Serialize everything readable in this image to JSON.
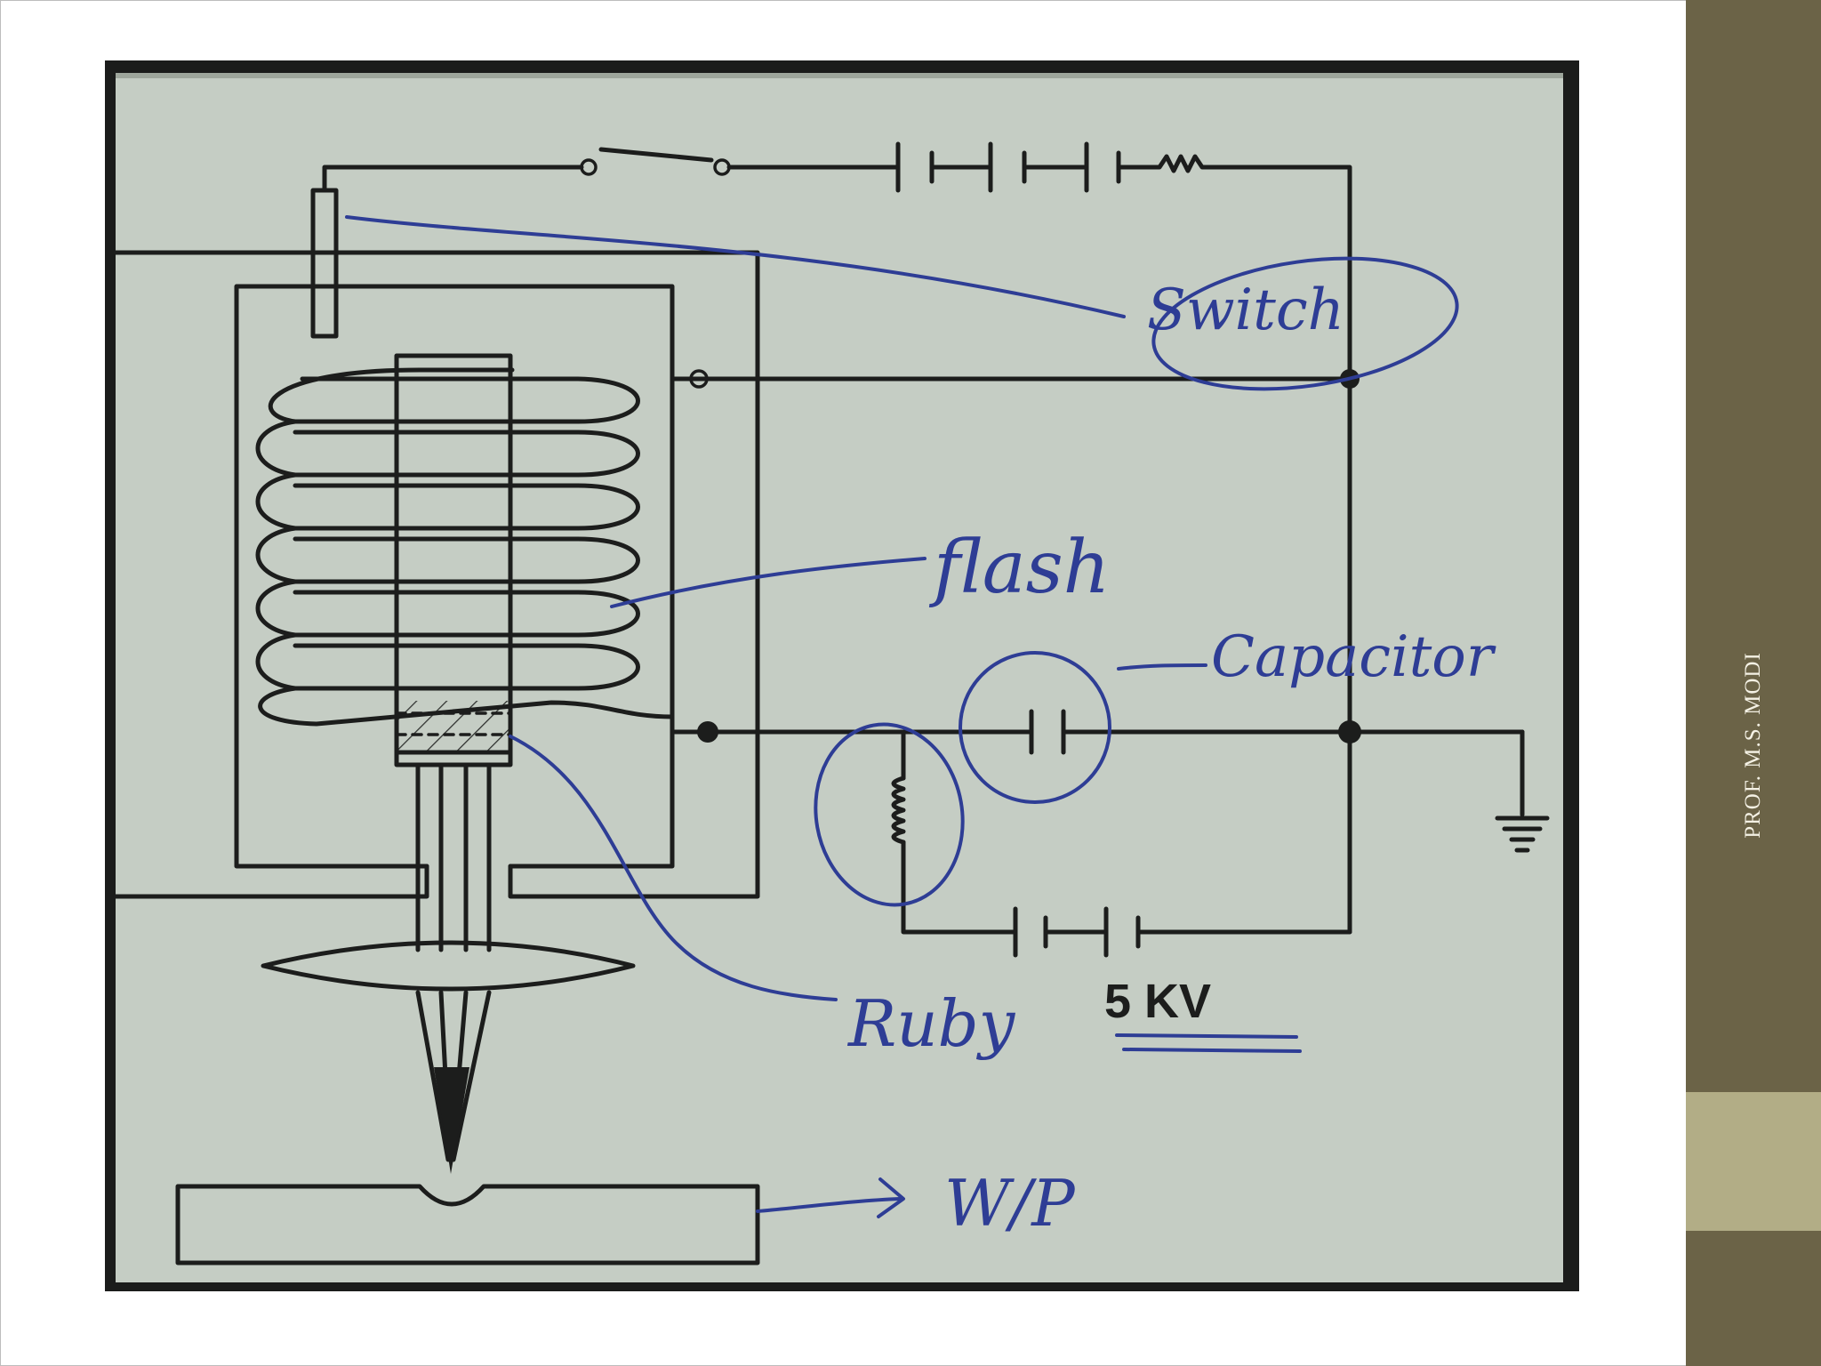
{
  "slide": {
    "author": "PROF. M.S. MODI",
    "colors": {
      "sidebar": "#6b6347",
      "sidebar_accent": "#b2ad86",
      "board": "#c5cdc4",
      "pen": "#2e3d95",
      "ink": "#1c1d1c"
    }
  },
  "diagram": {
    "annotations": {
      "switch": "Switch",
      "flash": "flash",
      "capacitor": "Capacitor",
      "ruby": "Ruby",
      "voltage": "5 KV",
      "workpiece": "W/P"
    }
  }
}
